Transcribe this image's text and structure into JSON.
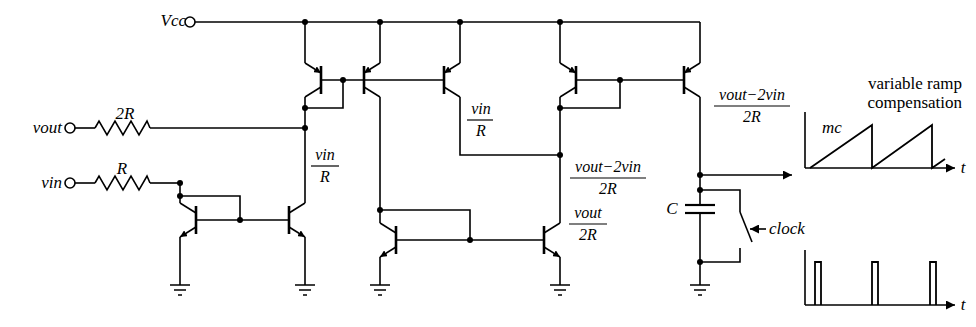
{
  "diagram": {
    "labels": [
      "Vcc",
      "vout",
      "2R",
      "vin",
      "R",
      "vin",
      "R",
      "vin",
      "R",
      "vout−2vin",
      "2R",
      "vout",
      "2R",
      "vout−2vin",
      "2R",
      "C",
      "clock",
      "variable ramp compensation",
      "mc",
      "t",
      "t"
    ]
  }
}
